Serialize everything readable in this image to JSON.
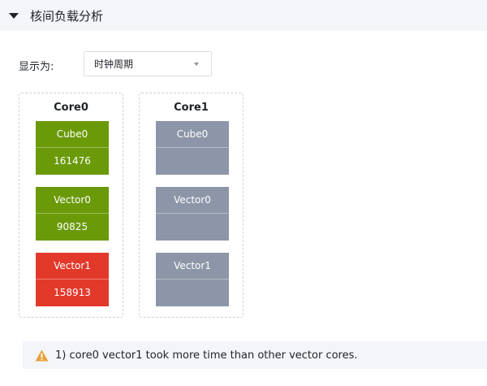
{
  "section": {
    "title": "核间负载分析"
  },
  "display": {
    "label": "显示为:",
    "selected": "时钟周期"
  },
  "cores": [
    {
      "name": "Core0",
      "units": [
        {
          "name": "Cube0",
          "value": "161476",
          "color": "#6a9a08"
        },
        {
          "name": "Vector0",
          "value": "90825",
          "color": "#6a9a08"
        },
        {
          "name": "Vector1",
          "value": "158913",
          "color": "#e3392b"
        }
      ]
    },
    {
      "name": "Core1",
      "units": [
        {
          "name": "Cube0",
          "value": "",
          "color": "#8d96a8"
        },
        {
          "name": "Vector0",
          "value": "",
          "color": "#8d96a8"
        },
        {
          "name": "Vector1",
          "value": "",
          "color": "#8d96a8"
        }
      ]
    }
  ],
  "warning": {
    "icon": "warning-icon",
    "color": "#e6a23c",
    "text": "1) core0 vector1 took more time than other vector cores."
  }
}
